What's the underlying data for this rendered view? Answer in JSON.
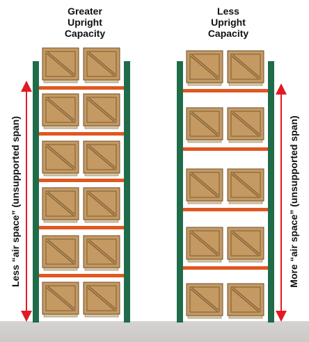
{
  "left_rack": {
    "title_lines": [
      "Greater",
      "Upright",
      "Capacity"
    ],
    "side_label": "Less “air space” (unsupported span)",
    "levels": 6
  },
  "right_rack": {
    "title_lines": [
      "Less",
      "Upright",
      "Capacity"
    ],
    "side_label": "More “air space” (unsupported span)",
    "levels": 5
  },
  "colors": {
    "upright": "#1f6b4a",
    "beam": "#e0571f",
    "crate": "#c49a62",
    "arrow": "#e01b24"
  }
}
